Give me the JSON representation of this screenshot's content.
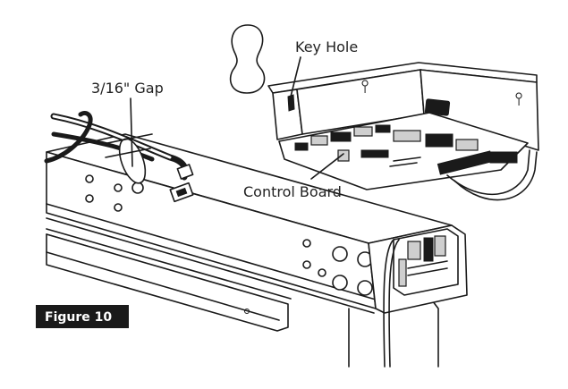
{
  "callouts": {
    "key_hole": "Key Hole",
    "gap": "3/16\" Gap",
    "control_board": "Control Board"
  },
  "figure_label": "Figure 10",
  "colors": {
    "badge_bg": "#1a1a1a",
    "line": "#1a1a1a",
    "text": "#222222"
  }
}
